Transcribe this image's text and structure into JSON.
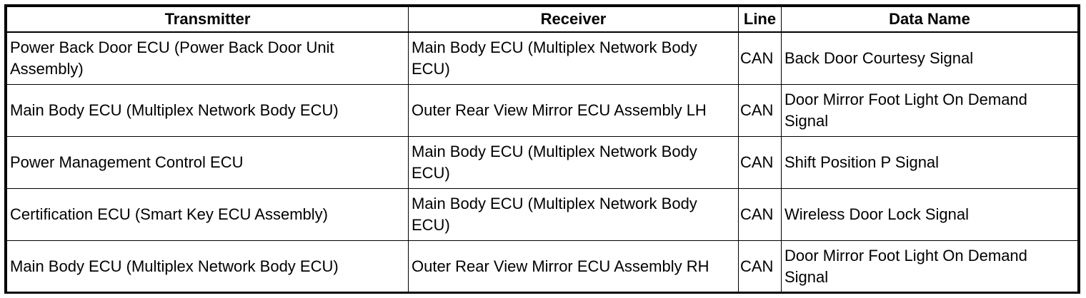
{
  "table": {
    "headers": [
      "Transmitter",
      "Receiver",
      "Line",
      "Data Name"
    ],
    "rows": [
      {
        "transmitter": "Power Back Door ECU (Power Back Door Unit Assembly)",
        "receiver": "Main Body ECU (Multiplex Network Body ECU)",
        "line": "CAN",
        "data_name": "Back Door Courtesy Signal"
      },
      {
        "transmitter": "Main Body ECU (Multiplex Network Body ECU)",
        "receiver": "Outer Rear View Mirror ECU Assembly LH",
        "line": "CAN",
        "data_name": "Door Mirror Foot Light On Demand Signal"
      },
      {
        "transmitter": "Power Management Control ECU",
        "receiver": "Main Body ECU (Multiplex Network Body ECU)",
        "line": "CAN",
        "data_name": "Shift Position P Signal"
      },
      {
        "transmitter": "Certification ECU (Smart Key ECU Assembly)",
        "receiver": "Main Body ECU (Multiplex Network Body ECU)",
        "line": "CAN",
        "data_name": "Wireless Door Lock Signal"
      },
      {
        "transmitter": "Main Body ECU (Multiplex Network Body ECU)",
        "receiver": "Outer Rear View Mirror ECU Assembly RH",
        "line": "CAN",
        "data_name": "Door Mirror Foot Light On Demand Signal"
      }
    ]
  }
}
